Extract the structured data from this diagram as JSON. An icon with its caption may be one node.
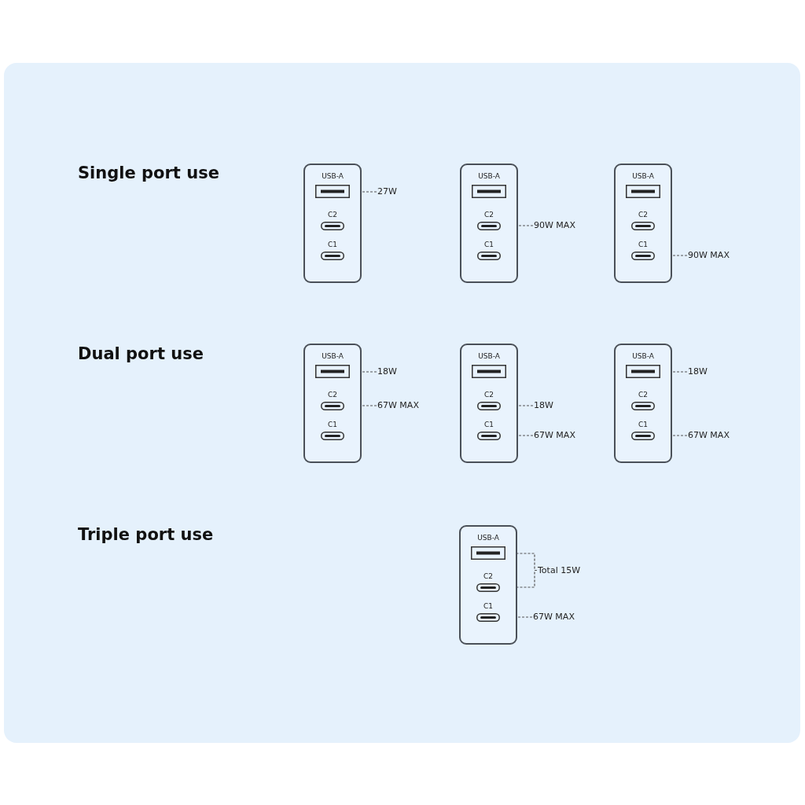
{
  "diagram": {
    "nodes": [
      {
        "text": [],
        "shape": "box"
      },
      {
        "text": [
          "USB-A"
        ],
        "in": 0
      },
      {
        "text": [
          "C2"
        ],
        "in": 0
      },
      {
        "text": [
          "C1"
        ],
        "in": 0
      },
      {
        "text": [
          "27W"
        ]
      },
      {
        "text": [],
        "shape": "box"
      },
      {
        "text": [
          "USB-A"
        ],
        "in": 5
      },
      {
        "text": [
          "C2"
        ],
        "in": 5
      },
      {
        "text": [
          "C1"
        ],
        "in": 5
      },
      {
        "text": [
          "90W MAX"
        ]
      },
      {
        "text": [],
        "shape": "box"
      },
      {
        "text": [
          "USB-A"
        ],
        "in": 10
      },
      {
        "text": [
          "C2"
        ],
        "in": 10
      },
      {
        "text": [
          "C1"
        ],
        "in": 10
      },
      {
        "text": [
          "90W MAX"
        ]
      },
      {
        "text": [],
        "shape": "box"
      },
      {
        "text": [
          "USB-A"
        ],
        "in": 15
      },
      {
        "text": [
          "C2"
        ],
        "in": 15
      },
      {
        "text": [
          "C1"
        ],
        "in": 15
      },
      {
        "text": [
          "18W"
        ]
      },
      {
        "text": [
          "67W MAX"
        ]
      },
      {
        "text": [],
        "shape": "box"
      },
      {
        "text": [
          "USB-A"
        ],
        "in": 21
      },
      {
        "text": [
          "C2"
        ],
        "in": 21
      },
      {
        "text": [
          "C1"
        ],
        "in": 21
      },
      {
        "text": [
          "18W"
        ]
      },
      {
        "text": [
          "67W MAX"
        ]
      },
      {
        "text": [],
        "shape": "box"
      },
      {
        "text": [
          "USB-A"
        ],
        "in": 27
      },
      {
        "text": [
          "C2"
        ],
        "in": 27
      },
      {
        "text": [
          "C1"
        ],
        "in": 27
      },
      {
        "text": [
          "18W"
        ]
      },
      {
        "text": [
          "67W MAX"
        ]
      },
      {
        "text": [],
        "shape": "box"
      },
      {
        "text": [
          "USB-A"
        ],
        "in": 33
      },
      {
        "text": [
          "C2"
        ],
        "in": 33
      },
      {
        "text": [
          "C1"
        ],
        "in": 33
      },
      {
        "text": [
          "Total 15W"
        ]
      },
      {
        "text": [
          "67W MAX"
        ]
      }
    ],
    "edges": [
      {
        "from": 4,
        "to": 1,
        "arrow": "none",
        "style": "dashed"
      },
      {
        "from": 9,
        "to": 7,
        "arrow": "none",
        "style": "dashed"
      },
      {
        "from": 14,
        "to": 13,
        "arrow": "none",
        "style": "dashed"
      },
      {
        "from": 19,
        "to": 16,
        "arrow": "none",
        "style": "dashed"
      },
      {
        "from": 20,
        "to": 17,
        "arrow": "none",
        "style": "dashed"
      },
      {
        "from": 25,
        "to": 23,
        "arrow": "none",
        "style": "dashed"
      },
      {
        "from": 26,
        "to": 24,
        "arrow": "none",
        "style": "dashed"
      },
      {
        "from": 31,
        "to": 28,
        "arrow": "none",
        "style": "dashed"
      },
      {
        "from": 32,
        "to": 30,
        "arrow": "none",
        "style": "dashed"
      },
      {
        "from": 37,
        "to": 34,
        "arrow": "none",
        "style": "dashed"
      },
      {
        "from": 37,
        "to": 35,
        "arrow": "none",
        "style": "dashed"
      },
      {
        "from": 38,
        "to": 36,
        "arrow": "none",
        "style": "dashed"
      }
    ],
    "labels": [
      "Single port use",
      "Dual port use",
      "Triple port use"
    ]
  }
}
